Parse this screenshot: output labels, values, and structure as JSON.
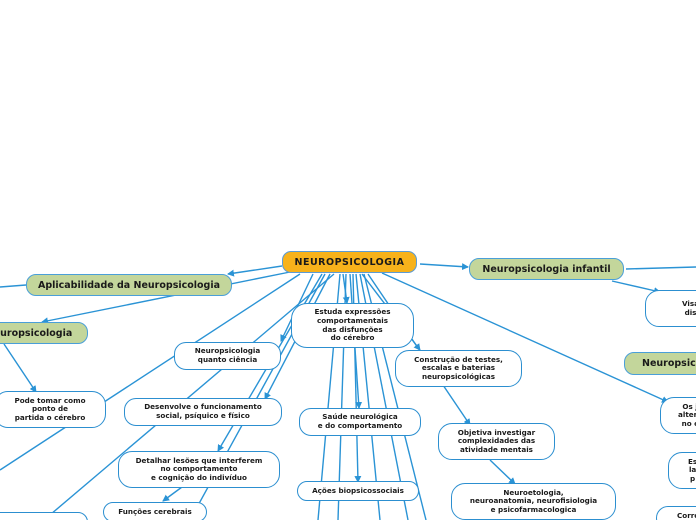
{
  "colors": {
    "edge": "#2a93d5",
    "root": "#f7b21b",
    "topic": "#c3d69b",
    "sub": "#ffffff"
  },
  "nodes": {
    "root": "NEUROPSICOLOGIA",
    "aplicabilidade": "Aplicabilidade da Neuropsicologia",
    "infantil": "Neuropsicologia infantil",
    "neuro_left": "Neuropsicologia",
    "neuro_right": "Neuropsic",
    "estuda": "Estuda expressões\ncomportamentais\ndas disfunções\ndo cérebro",
    "ciencia": "Neuropsicologia\nquanto ciência",
    "construcao": "Construção de testes,\nescalas e baterias\nneuropsicológicas",
    "saude": "Saúde neurológica\ne do comportamento",
    "desenvolve": "Desenvolve o funcionamento\nsocial, psíquico e físico",
    "objetiva": "Objetiva investigar\ncomplexidades das\natividade mentais",
    "detalhar": "Detalhar lesões que interferem\nno comportamento\ne cognição do indivíduo",
    "acoes": "Ações biopsicossociais",
    "neuroetologia": "Neuroetologia,\nneuroanatomia, neurofisiologia\ne psicofarmacologica",
    "funcoes": "Funções cerebrais",
    "pode": "Pode tomar como\nponto de\npartida o cérebro",
    "visa": "Visa\ndis",
    "os": "Os j\naltera\nno c",
    "es": "Es\nla\np",
    "corr": "Corro"
  }
}
